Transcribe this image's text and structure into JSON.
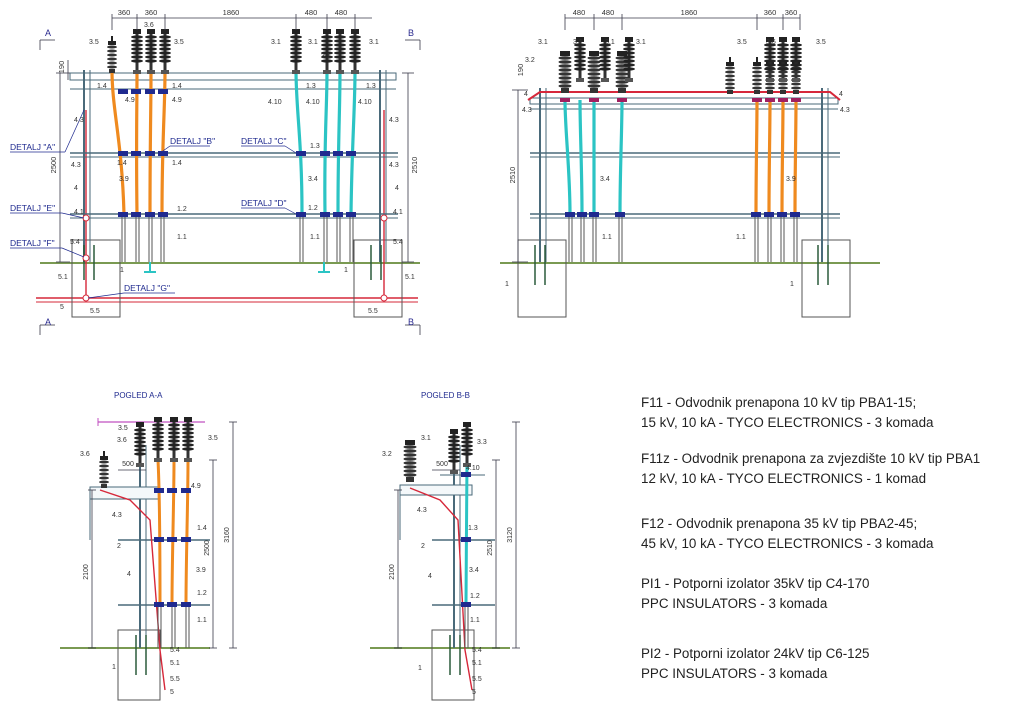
{
  "dims": {
    "front": {
      "d1": "360",
      "d2": "360",
      "d3": "1860",
      "d4": "480",
      "d5": "480",
      "h1": "190",
      "h2": "2500",
      "h3": "2510"
    },
    "back": {
      "d1": "480",
      "d2": "480",
      "d3": "1860",
      "d4": "360",
      "d5": "360",
      "h1": "190",
      "h2": "2510"
    },
    "viewA": {
      "w1": "500",
      "h1": "2100",
      "h2": "2500",
      "h3": "3160"
    },
    "viewB": {
      "w1": "500",
      "h1": "2100",
      "h2": "2510",
      "h3": "3120"
    }
  },
  "details": {
    "A": "DETALJ \"A\"",
    "B": "DETALJ \"B\"",
    "C": "DETALJ \"C\"",
    "D": "DETALJ \"D\"",
    "E": "DETALJ \"E\"",
    "F": "DETALJ \"F\"",
    "G": "DETALJ \"G\""
  },
  "section_marks": {
    "a": "A",
    "b": "B"
  },
  "view_titles": {
    "a": "POGLED A-A",
    "b": "POGLED B-B"
  },
  "labels": {
    "l35": "3.5",
    "l36": "3.6",
    "l31": "3.1",
    "l32": "3.2",
    "l33": "3.3",
    "l14": "1.4",
    "l49": "4.9",
    "l410": "4.10",
    "l13": "1.3",
    "l43": "4.3",
    "l39": "3.9",
    "l34": "3.4",
    "l12": "1.2",
    "l11": "1.1",
    "l4": "4",
    "l41": "4.1",
    "l54": "5.4",
    "l51": "5.1",
    "l55": "5.5",
    "l5": "5",
    "l1": "1",
    "l2": "2"
  },
  "spec": {
    "f11_l1": "F11 - Odvodnik prenapona 10 kV tip PBA1-15;",
    "f11_l2": "15 kV, 10 kA - TYCO ELECTRONICS - 3 komada",
    "f11z_l1": "F11z - Odvodnik prenapona za zvjezdište 10 kV tip PBA1",
    "f11z_l2": "12 kV, 10 kA - TYCO ELECTRONICS - 1 komad",
    "f12_l1": "F12 - Odvodnik prenapona 35 kV tip PBA2-45;",
    "f12_l2": "45 kV, 10 kA - TYCO ELECTRONICS - 3 komada",
    "pi1_l1": "PI1 - Potporni izolator 35kV tip C4-170",
    "pi1_l2": "PPC INSULATORS - 3 komada",
    "pi2_l1": "PI2 - Potporni izolator 24kV tip C6-125",
    "pi2_l2": "PPC INSULATORS - 3 komada"
  },
  "colors": {
    "line": "#4a4a4a",
    "dim": "#3a3a4a",
    "blue": "#1f2a8f",
    "orange": "#ef8a1f",
    "cyan": "#2bc4c4",
    "red": "#d6283a",
    "green": "#7a9a52",
    "insulator": "#2a2a2a",
    "magenta": "#c050c0"
  },
  "icons": {
    "insulator": "insulator-icon",
    "arrester": "surge-arrester-icon",
    "support-insulator": "support-insulator-icon"
  }
}
